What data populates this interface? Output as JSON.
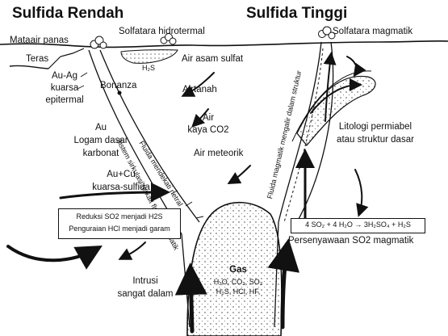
{
  "titles": {
    "low": "Sulfida Rendah",
    "high": "Sulfida Tinggi"
  },
  "labels": {
    "hot_spring": "Mataair panas",
    "solfatara_hydro": "Solfatara hidrotermal",
    "solfatara_magma": "Solfatara magmatik",
    "terrace": "Teras",
    "acid_sulfate": "Air asam sulfat",
    "h2s": "H₂S",
    "au_ag_1": "Au-Ag",
    "au_ag_2": "kuarsa",
    "au_ag_3": "epitermal",
    "bonanza": "Bonanza",
    "groundwater": "Airtanah",
    "co2_water_1": "Air",
    "co2_water_2": "kaya CO2",
    "au_base_1": "Au",
    "au_base_2": "Logam dasar",
    "au_base_3": "karbonat",
    "meteoric": "Air meteorik",
    "litho_1": "Litologi permiabel",
    "litho_2": "atau struktur dasar",
    "au_cu_1": "Au+Cu",
    "au_cu_2": "kuarsa-sulfida",
    "diag_1": "Sistem sirkulasi terkait fluida magmatik",
    "diag_2": "Fluida mendekati netral",
    "diag_3": "Fluida magmatik mengalir dalam struktur",
    "box_left_1": "Reduksi SO2 menjadi H2S",
    "box_left_2": "Penguraian HCl menjadi garam",
    "equation": "4 SO₂ + 4 H₂O → 3H₂SO₄ + H₂S",
    "so2_compounds": "Persenyawaan SO2 magmatik",
    "gas_title": "Gas",
    "gas_1": "H₂O, CO₂, SO₂",
    "gas_2": "H₂S, HCl, HF,",
    "intrusion_1": "Intrusi",
    "intrusion_2": "sangat dalam"
  }
}
